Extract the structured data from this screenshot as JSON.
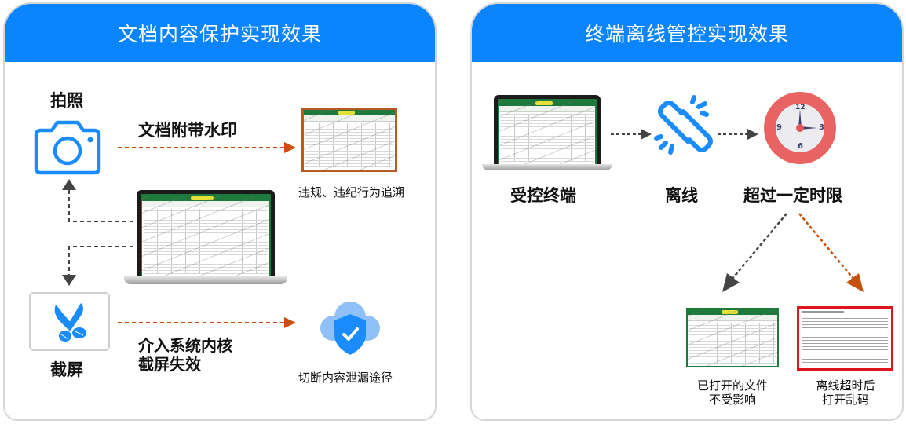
{
  "left_panel": {
    "title": "文档内容保护实现效果",
    "photo": {
      "label": "拍照",
      "arrow_label": "文档附带水印",
      "result_caption": "违规、违纪行为追溯"
    },
    "screenshot": {
      "label": "截屏",
      "arrow_label_line1": "介入系统内核",
      "arrow_label_line2": "截屏失效",
      "result_caption": "切断内容泄漏途径"
    }
  },
  "right_panel": {
    "title": "终端离线管控实现效果",
    "steps": [
      {
        "label": "受控终端"
      },
      {
        "label": "离线"
      },
      {
        "label": "超过一定时限"
      }
    ],
    "clock": {
      "n12": "12",
      "n3": "3",
      "n6": "6",
      "n9": "9"
    },
    "outcomes": [
      {
        "line1": "已打开的文件",
        "line2": "不受影响"
      },
      {
        "line1": "离线超时后",
        "line2": "打开乱码"
      }
    ]
  },
  "colors": {
    "header_blue": "#0a84ff",
    "icon_blue": "#1a8cff",
    "arrow_orange": "#c8500a",
    "arrow_gray": "#444444",
    "clock_red": "#e86464",
    "garbled_border": "#e0141b",
    "sheet_green": "#1e7a3c"
  }
}
